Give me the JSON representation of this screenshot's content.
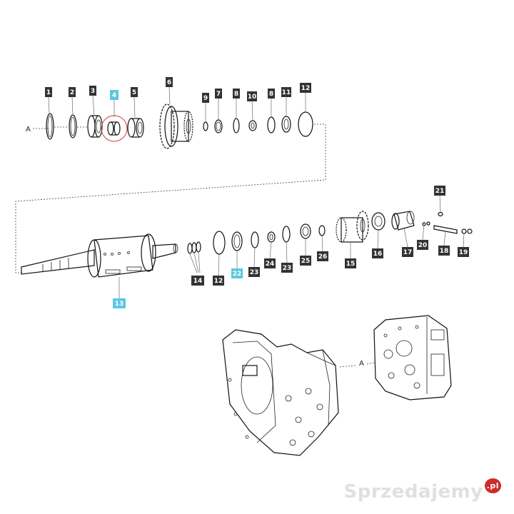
{
  "diagram": {
    "row_marker": "A",
    "housing_marker": "A",
    "callouts": [
      {
        "id": "c1",
        "text": "1"
      },
      {
        "id": "c2",
        "text": "2"
      },
      {
        "id": "c3",
        "text": "3"
      },
      {
        "id": "c4",
        "text": "4",
        "highlight": true
      },
      {
        "id": "c5",
        "text": "5"
      },
      {
        "id": "c6",
        "text": "6"
      },
      {
        "id": "c9",
        "text": "9"
      },
      {
        "id": "c7",
        "text": "7"
      },
      {
        "id": "c8a",
        "text": "8"
      },
      {
        "id": "c10",
        "text": "10"
      },
      {
        "id": "c8b",
        "text": "8"
      },
      {
        "id": "c11",
        "text": "11"
      },
      {
        "id": "c12a",
        "text": "12"
      },
      {
        "id": "c21",
        "text": "21"
      },
      {
        "id": "c13",
        "text": "13",
        "highlight": true
      },
      {
        "id": "c14",
        "text": "14"
      },
      {
        "id": "c12b",
        "text": "12"
      },
      {
        "id": "c22",
        "text": "22",
        "highlight": true
      },
      {
        "id": "c23a",
        "text": "23"
      },
      {
        "id": "c24",
        "text": "24"
      },
      {
        "id": "c23b",
        "text": "23"
      },
      {
        "id": "c25",
        "text": "25"
      },
      {
        "id": "c26",
        "text": "26"
      },
      {
        "id": "c15",
        "text": "15"
      },
      {
        "id": "c16",
        "text": "16"
      },
      {
        "id": "c17",
        "text": "17"
      },
      {
        "id": "c20",
        "text": "20"
      },
      {
        "id": "c18",
        "text": "18"
      },
      {
        "id": "c19",
        "text": "19"
      }
    ],
    "colors": {
      "highlight": "#5bc8e0",
      "label": "#333333",
      "circle": "#cf3d3d"
    }
  },
  "watermark": {
    "text": "Sprzedajemy",
    "suffix": ".pl"
  }
}
